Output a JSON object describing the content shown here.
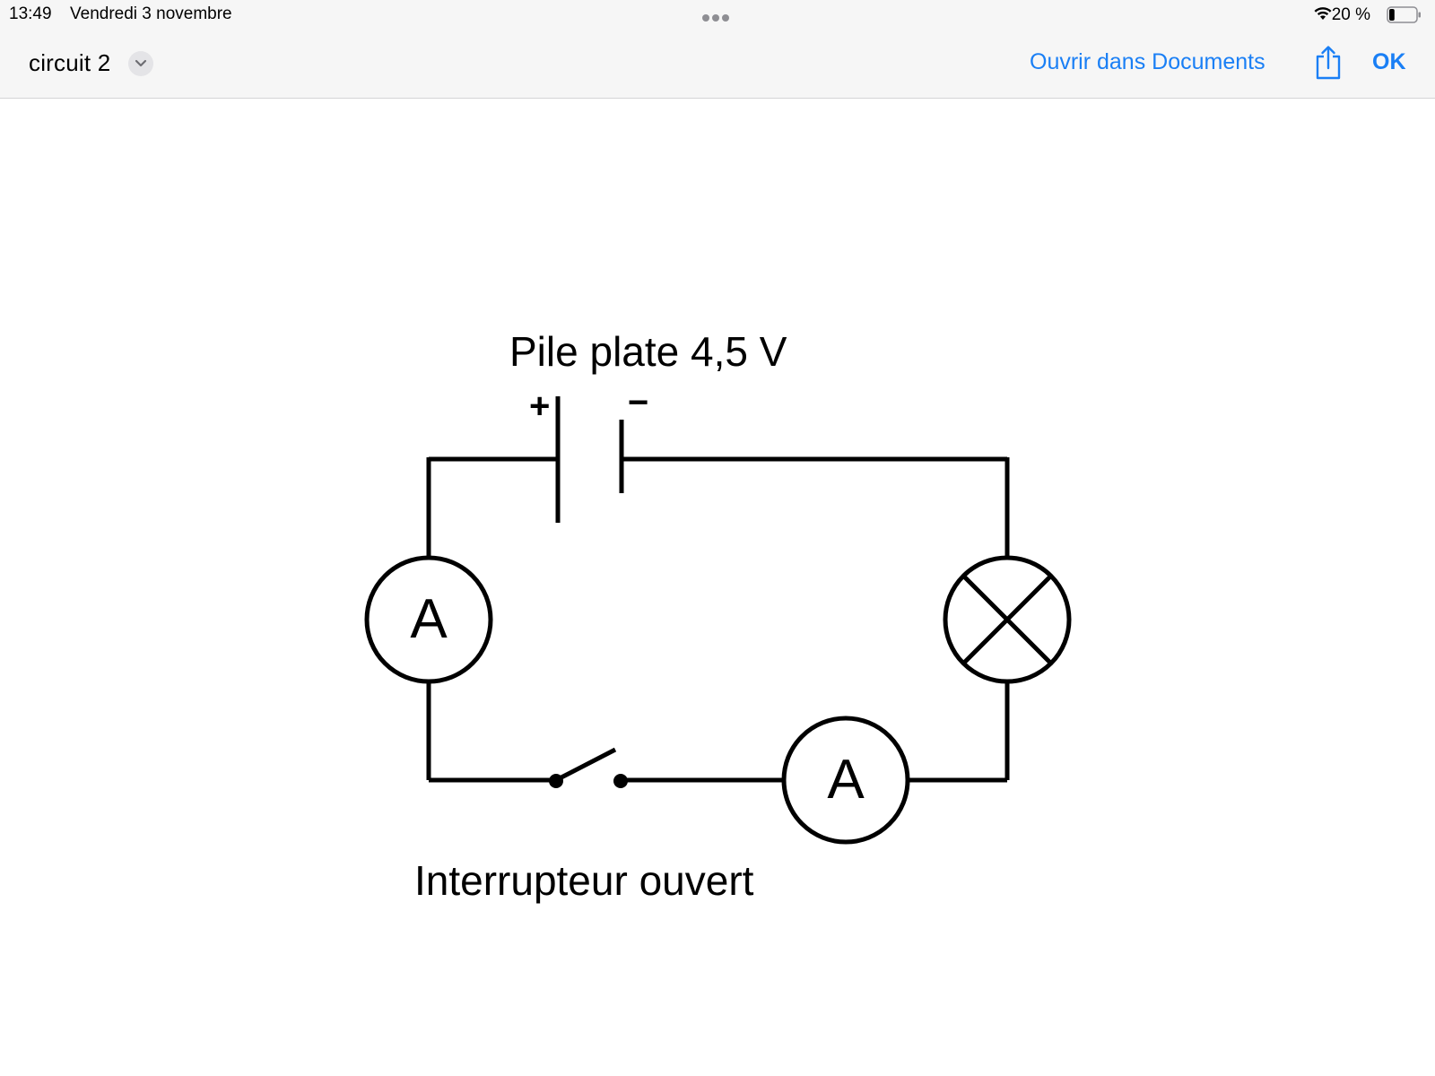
{
  "status_bar": {
    "time": "13:49",
    "date": "Vendredi 3 novembre",
    "battery_percent": "20 %",
    "battery_level": 0.2
  },
  "nav": {
    "title": "circuit 2",
    "open_in": "Ouvrir dans Documents",
    "done": "OK",
    "accent_color": "#1a7ff5"
  },
  "circuit": {
    "battery_label": "Pile plate 4,5 V",
    "plus_sign": "+",
    "minus_sign": "−",
    "ammeter_left_label": "A",
    "ammeter_bottom_label": "A",
    "switch_label": "Interrupteur ouvert"
  }
}
